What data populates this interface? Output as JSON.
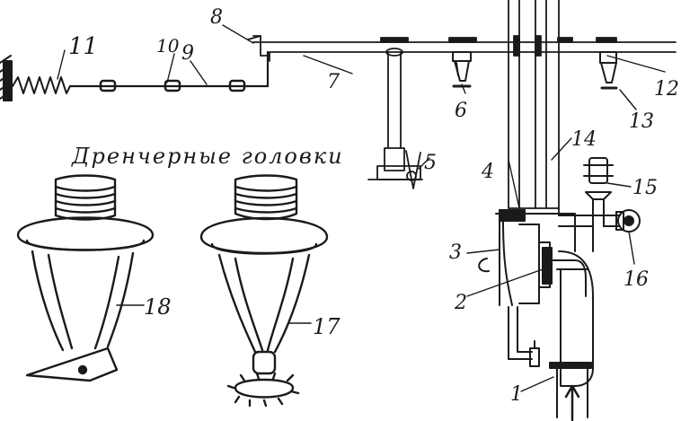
{
  "caption": "Дренчерные головки",
  "labels": {
    "n1": "1",
    "n2": "2",
    "n3": "3",
    "n4": "4",
    "n5": "5",
    "n6": "6",
    "n7": "7",
    "n8": "8",
    "n9": "9",
    "n10": "10",
    "n11": "11",
    "n12": "12",
    "n13": "13",
    "n14": "14",
    "n15": "15",
    "n16": "16",
    "n17": "17",
    "n18": "18"
  },
  "icons": [
    "wall-hatch-icon",
    "spring-icon",
    "fusible-link-icon",
    "sprinkler-head-icon",
    "pressure-gauge-icon",
    "valve-icon",
    "flow-arrow-icon"
  ]
}
